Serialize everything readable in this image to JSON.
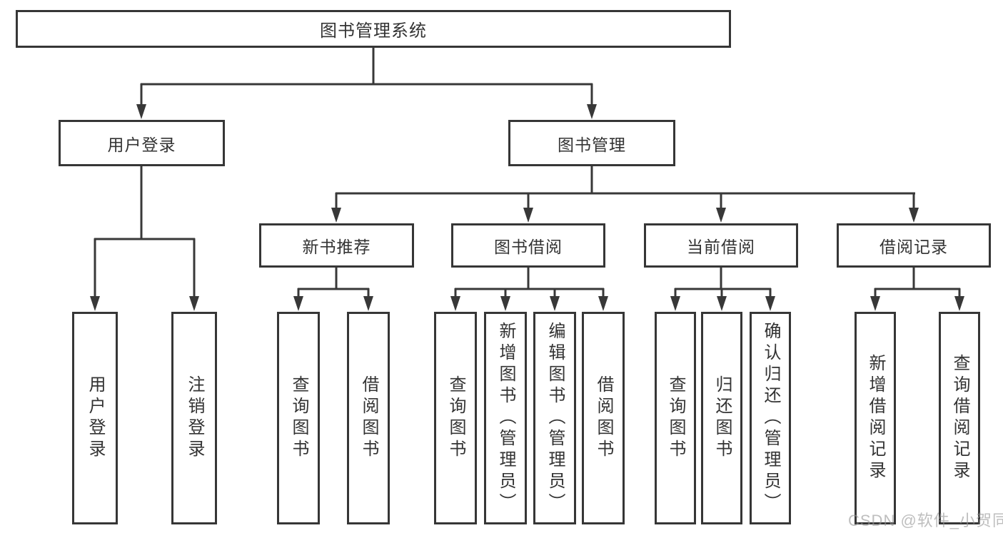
{
  "tree": {
    "label": "图书管理系统",
    "children": [
      {
        "label": "用户登录",
        "children": [
          {
            "label": "用户登录"
          },
          {
            "label": "注销登录"
          }
        ]
      },
      {
        "label": "图书管理",
        "children": [
          {
            "label": "新书推荐",
            "children": [
              {
                "label": "查询图书"
              },
              {
                "label": "借阅图书"
              }
            ]
          },
          {
            "label": "图书借阅",
            "children": [
              {
                "label": "查询图书"
              },
              {
                "label": "新增图书（管理员）"
              },
              {
                "label": "编辑图书（管理员）"
              },
              {
                "label": "借阅图书"
              }
            ]
          },
          {
            "label": "当前借阅",
            "children": [
              {
                "label": "查询图书"
              },
              {
                "label": "归还图书"
              },
              {
                "label": "确认归还（管理员）"
              }
            ]
          },
          {
            "label": "借阅记录",
            "children": [
              {
                "label": "新增借阅记录"
              },
              {
                "label": "查询借阅记录"
              }
            ]
          }
        ]
      }
    ]
  },
  "watermark": {
    "text": "CSDN @软件_小贺同学"
  },
  "colors": {
    "line": "#383838",
    "box_border": "#363636",
    "text": "#333333",
    "watermark": "#969696",
    "background": "#ffffff"
  }
}
